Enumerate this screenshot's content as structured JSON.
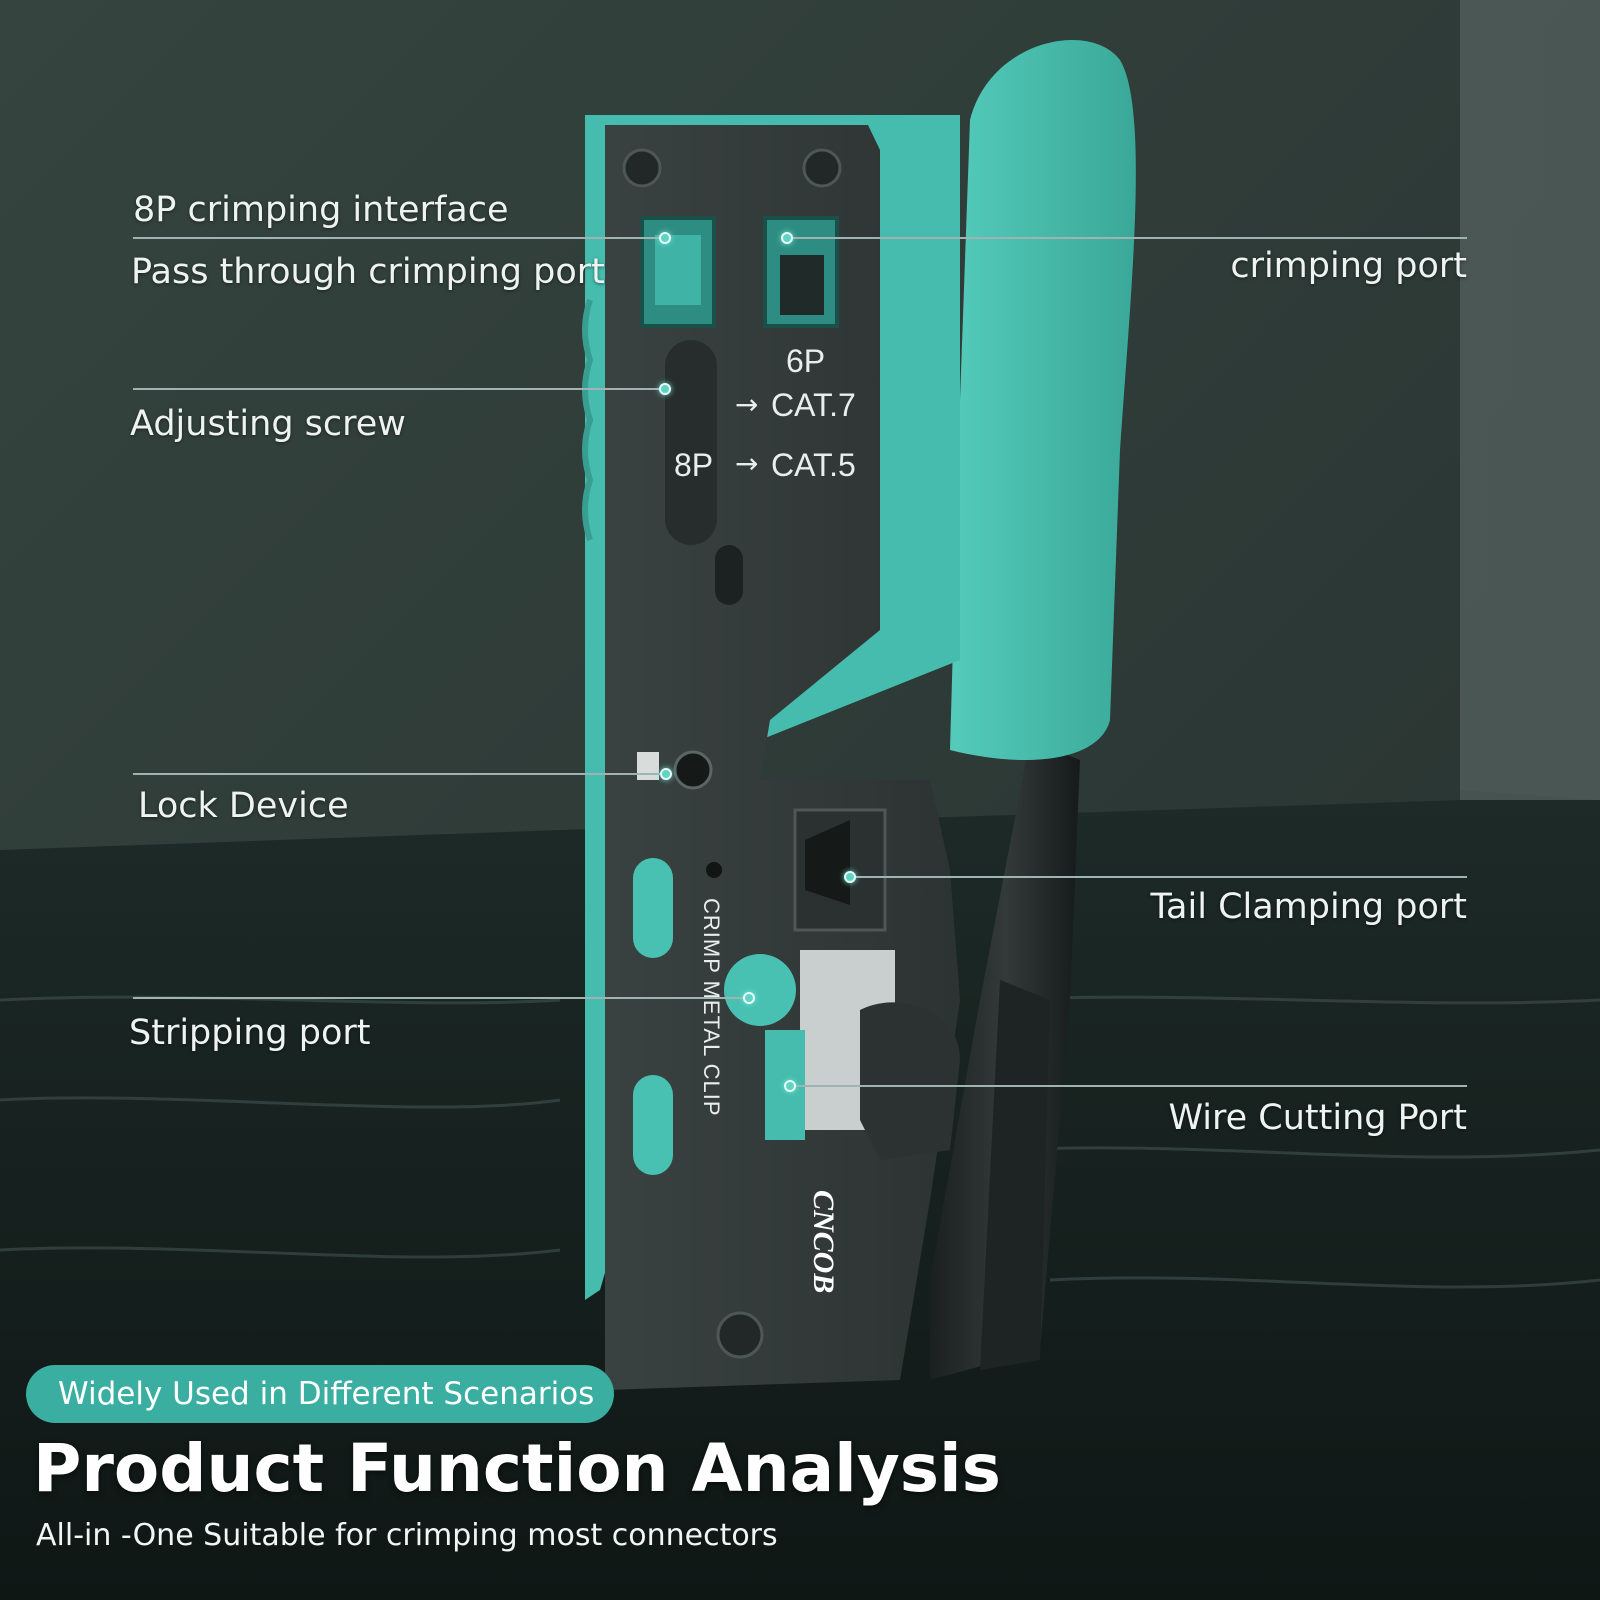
{
  "callouts_left": [
    {
      "id": "8p",
      "label": "8P crimping interface"
    },
    {
      "id": "pass",
      "label": "Pass through crimping port"
    },
    {
      "id": "adjust",
      "label": "Adjusting screw"
    },
    {
      "id": "lock",
      "label": "Lock Device"
    },
    {
      "id": "strip",
      "label": "Stripping port"
    }
  ],
  "callouts_right": [
    {
      "id": "crimp",
      "label": "crimping port"
    },
    {
      "id": "tail",
      "label": "Tail Clamping port"
    },
    {
      "id": "cut",
      "label": "Wire Cutting Port"
    }
  ],
  "tool_markings": {
    "p6": "6P",
    "cat7": "CAT.7",
    "p8": "8P",
    "cat5": "CAT.5",
    "side_text": "CRIMP METAL CLIP",
    "brand": "CNCOB"
  },
  "badge": "Widely Used in Different Scenarios",
  "title": "Product Function Analysis",
  "subtitle": "All-in -One  Suitable for crimping most connectors",
  "colors": {
    "accent": "#5fd4c4",
    "tool_body": "#3d4544",
    "teal_grip": "#49c1b2",
    "badge": "#3aaea0",
    "background": "#2e3a37"
  }
}
